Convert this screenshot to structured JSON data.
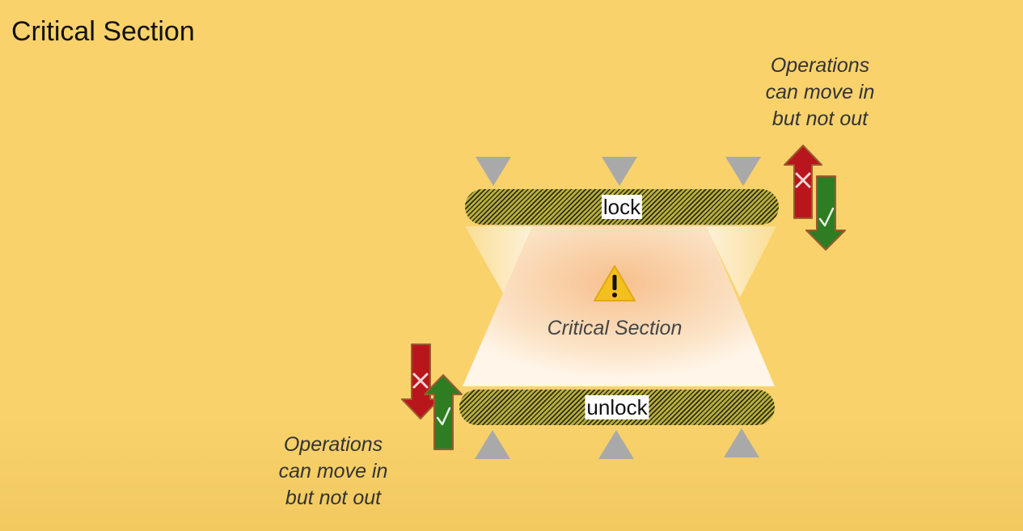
{
  "title": "Critical Section",
  "lock_label": "lock",
  "unlock_label": "unlock",
  "section_label": "Critical Section",
  "note_top": [
    "Operations",
    "can move in",
    "but not out"
  ],
  "note_bottom": [
    "Operations",
    "can move in",
    "but not out"
  ],
  "icons": {
    "warning": "warning-icon",
    "blocked": "cross-icon",
    "allowed": "check-icon"
  },
  "colors": {
    "background": "#f9d26c",
    "bar": "#b9b03c",
    "blocked_arrow": "#b8161c",
    "allowed_arrow": "#2e7d23",
    "triangle": "#a9a9a9",
    "warning": "#f4c020"
  }
}
